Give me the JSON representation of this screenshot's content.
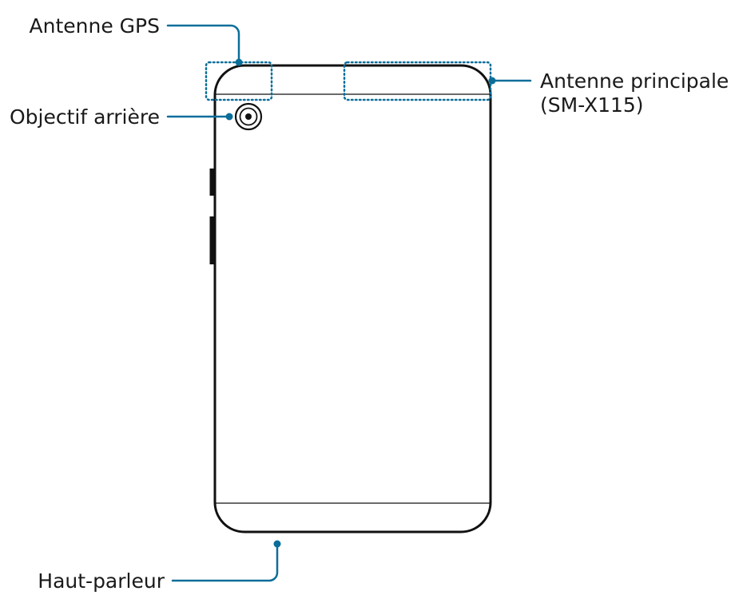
{
  "labels": {
    "gps_antenna": "Antenne GPS",
    "rear_camera": "Objectif arrière",
    "main_antenna_line1": "Antenne principale",
    "main_antenna_line2": "(SM-X115)",
    "speaker": "Haut-parleur"
  },
  "colors": {
    "callout": "#0b6e99",
    "outline": "#111111"
  }
}
